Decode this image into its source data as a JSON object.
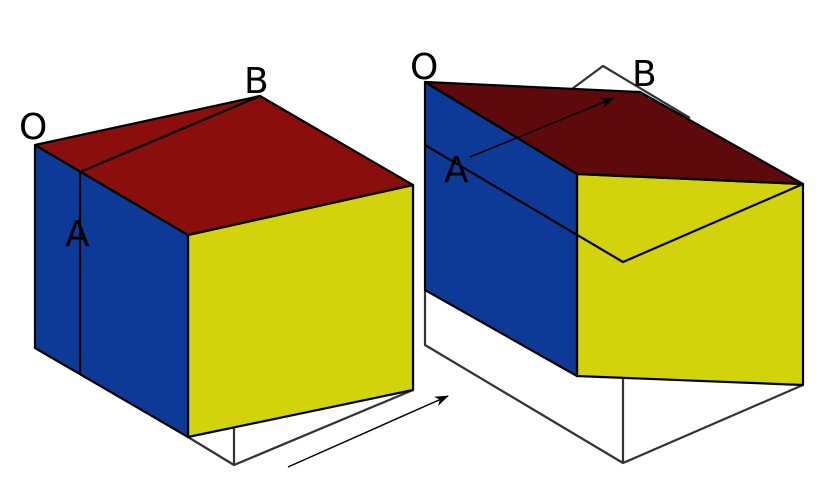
{
  "colors": {
    "top_left": "#8a0e0b",
    "top_right": "#5e0a0c",
    "blue": "#0d3a97",
    "yellow": "#d3d30b",
    "outline": "#000000"
  },
  "left_cube": {
    "labels": {
      "o": "O",
      "a": "A",
      "b": "B"
    }
  },
  "right_cube": {
    "labels": {
      "o": "O",
      "a": "A",
      "b": "B"
    }
  }
}
